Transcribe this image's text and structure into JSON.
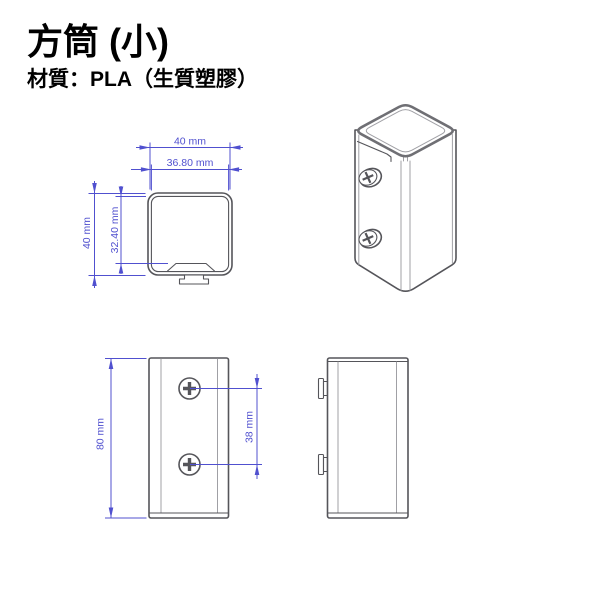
{
  "header": {
    "title": "方筒 (小)",
    "subtitle": "材質：PLA（生質塑膠）"
  },
  "views": {
    "top": {
      "dims": {
        "outer_width": "40 mm",
        "inner_width": "36.80 mm",
        "outer_height": "40 mm",
        "inner_height": "32.40 mm"
      }
    },
    "front": {
      "dims": {
        "height": "80 mm",
        "screw_spacing": "38 mm"
      }
    }
  },
  "colors": {
    "dimension_blue": "#5050cf",
    "edge_dark": "#55555a",
    "edge_medium": "#6f6f74",
    "edge_light": "#a0a0a5",
    "text_black": "#000000",
    "background": "#ffffff"
  }
}
